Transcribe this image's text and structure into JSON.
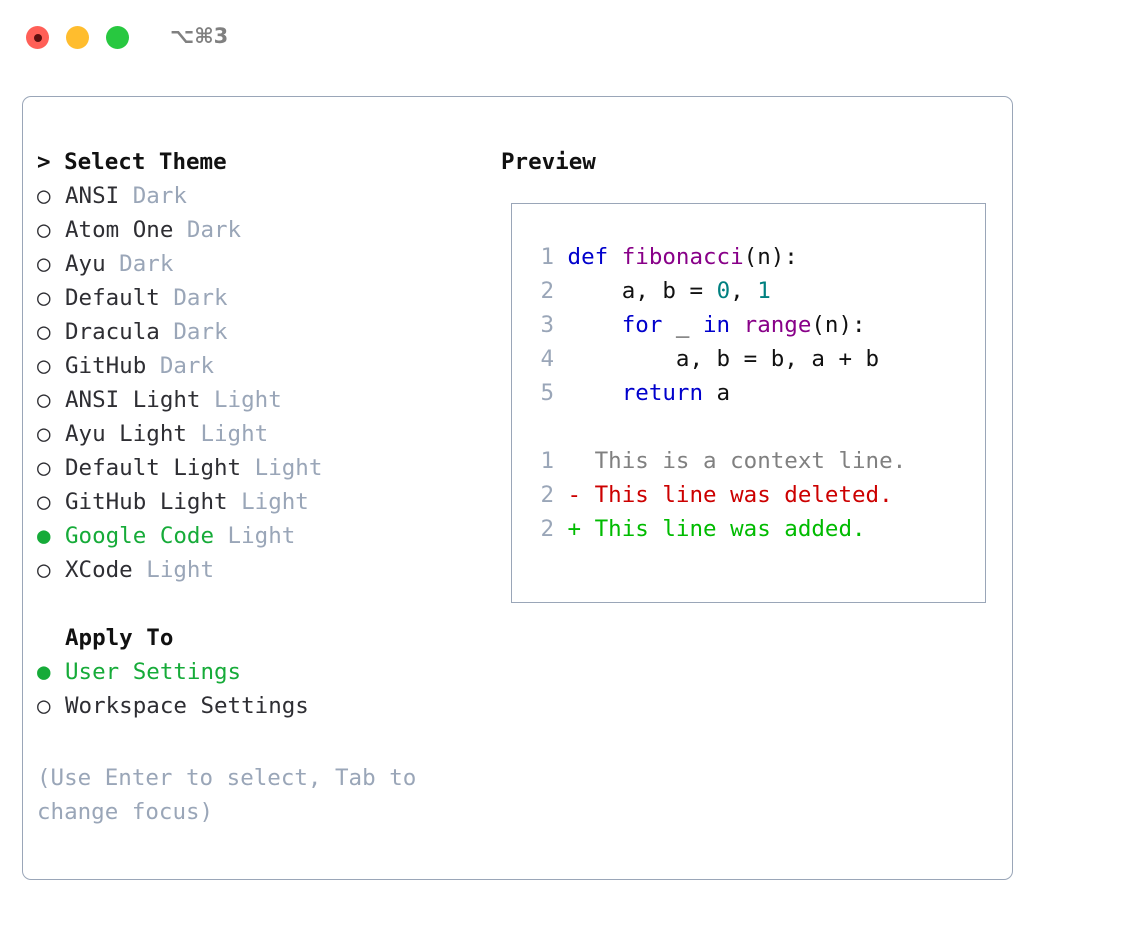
{
  "window": {
    "shortcut": "⌥⌘3",
    "controls": [
      {
        "name": "close",
        "color": "#ff5f57"
      },
      {
        "name": "minimize",
        "color": "#ffbd2e"
      },
      {
        "name": "maximize",
        "color": "#28c840"
      }
    ]
  },
  "theme_picker": {
    "heading": "> Select Theme",
    "marker_selected": "●",
    "marker_unselected": "○",
    "options": [
      {
        "marker": "○",
        "label": "ANSI",
        "suffix": "Dark",
        "selected": false
      },
      {
        "marker": "○",
        "label": "Atom One",
        "suffix": "Dark",
        "selected": false
      },
      {
        "marker": "○",
        "label": "Ayu",
        "suffix": "Dark",
        "selected": false
      },
      {
        "marker": "○",
        "label": "Default",
        "suffix": "Dark",
        "selected": false
      },
      {
        "marker": "○",
        "label": "Dracula",
        "suffix": "Dark",
        "selected": false
      },
      {
        "marker": "○",
        "label": "GitHub",
        "suffix": "Dark",
        "selected": false
      },
      {
        "marker": "○",
        "label": "ANSI Light",
        "suffix": "Light",
        "selected": false
      },
      {
        "marker": "○",
        "label": "Ayu Light",
        "suffix": "Light",
        "selected": false
      },
      {
        "marker": "○",
        "label": "Default Light",
        "suffix": "Light",
        "selected": false
      },
      {
        "marker": "○",
        "label": "GitHub Light",
        "suffix": "Light",
        "selected": false
      },
      {
        "marker": "●",
        "label": "Google Code",
        "suffix": "Light",
        "selected": true
      },
      {
        "marker": "○",
        "label": "XCode",
        "suffix": "Light",
        "selected": false
      }
    ]
  },
  "apply_to": {
    "heading": "Apply To",
    "options": [
      {
        "marker": "●",
        "label": "User Settings",
        "selected": true
      },
      {
        "marker": "○",
        "label": "Workspace Settings",
        "selected": false
      }
    ]
  },
  "hint": "(Use Enter to select, Tab to change focus)",
  "preview": {
    "heading": "Preview",
    "code_lines": [
      {
        "no": "1",
        "tokens": [
          {
            "t": "def ",
            "c": "kw"
          },
          {
            "t": "fibonacci",
            "c": "fn"
          },
          {
            "t": "(n):",
            "c": "plain"
          }
        ]
      },
      {
        "no": "2",
        "tokens": [
          {
            "t": "    a, b = ",
            "c": "plain"
          },
          {
            "t": "0",
            "c": "num"
          },
          {
            "t": ", ",
            "c": "plain"
          },
          {
            "t": "1",
            "c": "num"
          }
        ]
      },
      {
        "no": "3",
        "tokens": [
          {
            "t": "    ",
            "c": "plain"
          },
          {
            "t": "for",
            "c": "kw"
          },
          {
            "t": " _ ",
            "c": "plain"
          },
          {
            "t": "in",
            "c": "kw"
          },
          {
            "t": " ",
            "c": "plain"
          },
          {
            "t": "range",
            "c": "fn"
          },
          {
            "t": "(n):",
            "c": "plain"
          }
        ]
      },
      {
        "no": "4",
        "tokens": [
          {
            "t": "        a, b = b, a + b",
            "c": "plain"
          }
        ]
      },
      {
        "no": "5",
        "tokens": [
          {
            "t": "    ",
            "c": "plain"
          },
          {
            "t": "return",
            "c": "kw"
          },
          {
            "t": " a",
            "c": "plain"
          }
        ]
      }
    ],
    "diff_lines": [
      {
        "no": "1",
        "text": "   This is a context line.",
        "kind": "ctx"
      },
      {
        "no": "2",
        "text": " - This line was deleted.",
        "kind": "del"
      },
      {
        "no": "2",
        "text": " + This line was added.",
        "kind": "add"
      }
    ]
  },
  "colors": {
    "accent_green": "#16ab39",
    "muted": "#9aa6b8",
    "keyword": "#0000cc",
    "function": "#880088",
    "number": "#008080",
    "diff_deleted": "#cc0000",
    "diff_added": "#00bb00",
    "border": "#9aa6b8"
  }
}
